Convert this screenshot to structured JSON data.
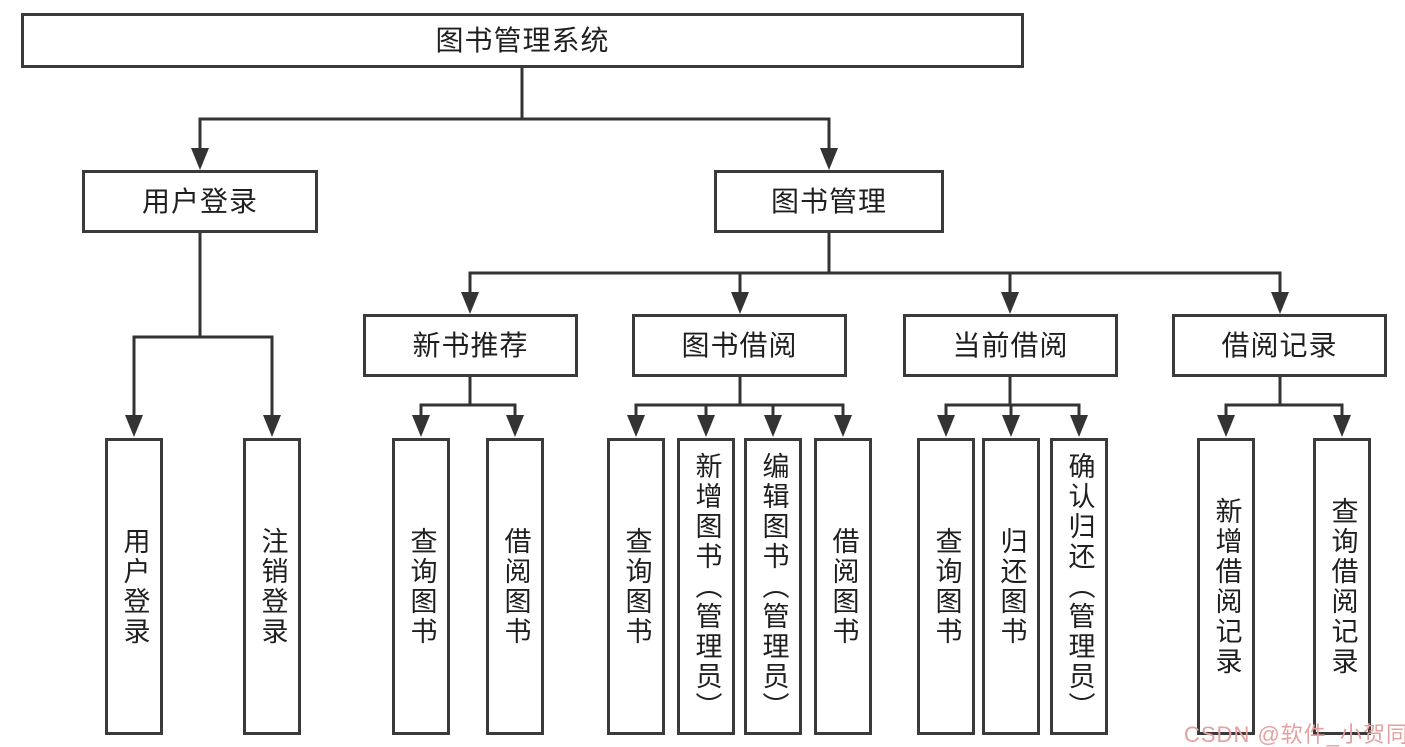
{
  "tree": {
    "root": "图书管理系统",
    "user": {
      "label": "用户登录",
      "children": [
        "用户登录",
        "注销登录"
      ]
    },
    "mgmt": {
      "label": "图书管理",
      "groups": [
        {
          "label": "新书推荐",
          "children": [
            "查询图书",
            "借阅图书"
          ]
        },
        {
          "label": "图书借阅",
          "children": [
            "查询图书",
            "新增图书（管理员）",
            "编辑图书（管理员）",
            "借阅图书"
          ]
        },
        {
          "label": "当前借阅",
          "children": [
            "查询图书",
            "归还图书",
            "确认归还（管理员）"
          ]
        },
        {
          "label": "借阅记录",
          "children": [
            "新增借阅记录",
            "查询借阅记录"
          ]
        }
      ]
    }
  },
  "watermark": {
    "text": "CSDN @软件_小贺同学",
    "color": "#e5a0a0"
  },
  "colors": {
    "background": "#ffffff",
    "box_border": "#3a3a3a",
    "line": "#333333",
    "text": "#1f1f1f"
  }
}
